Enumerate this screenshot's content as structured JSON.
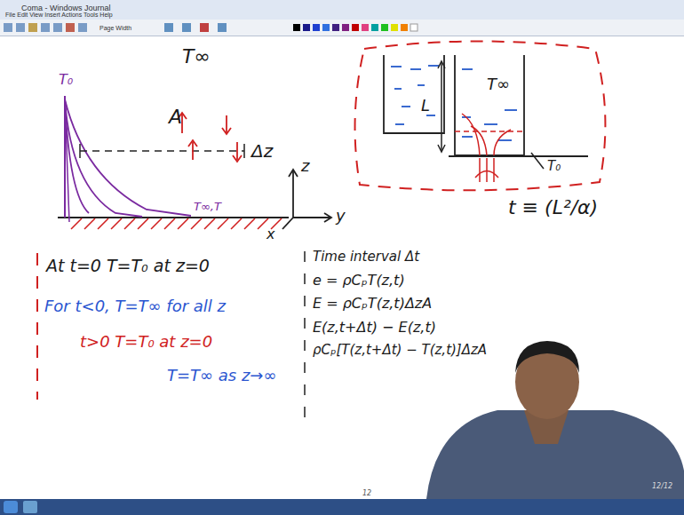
{
  "diagram": {
    "labels": [
      "Coma - Windows Journal",
      "File Edit View Insert Actions Tools Help",
      "Page Width",
      "T∞",
      "T₀",
      "A",
      "Δz",
      "z",
      "y",
      "x",
      "T∞,T",
      "T∞",
      "L",
      "T₀",
      "t ≡ (L²/α)",
      "At t=0 T=T₀ at z=0",
      "For t<0, T=T∞ for all z",
      "t>0 T=T₀ at z=0",
      "T=T∞ as z→∞",
      "Time interval Δt",
      "e = ρCₚT(z,t)",
      "E = ρCₚT(z,t)ΔzA",
      "E(z,t+Δt) − E(z,t)",
      "ρCₚ[T(z,t+Δt) − T(z,t)]ΔzA",
      "12",
      "12/12"
    ]
  }
}
